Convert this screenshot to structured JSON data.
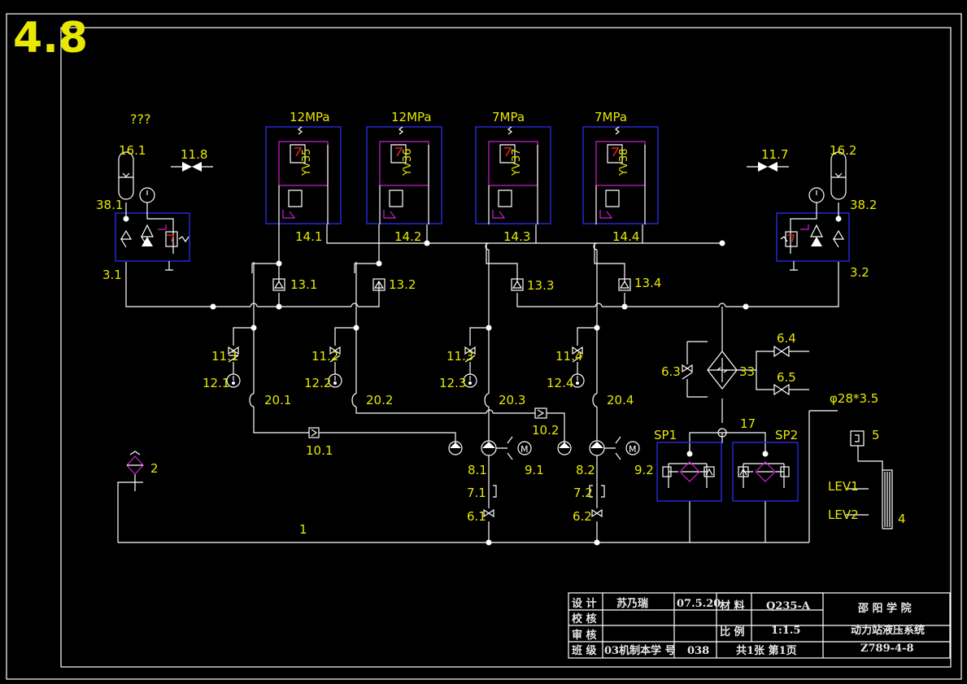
{
  "sheet": {
    "number": "4.8",
    "unknown_label": "???"
  },
  "valves": {
    "relief": [
      {
        "id": "yv35",
        "pressure": "12MPa",
        "solenoid": "YV35",
        "ref": "14.1"
      },
      {
        "id": "yv36",
        "pressure": "12MPa",
        "solenoid": "YV36",
        "ref": "14.2"
      },
      {
        "id": "yv37",
        "pressure": "7MPa",
        "solenoid": "YV37",
        "ref": "14.3"
      },
      {
        "id": "yv38",
        "pressure": "7MPa",
        "solenoid": "YV38",
        "ref": "14.4"
      }
    ],
    "check": [
      "13.1",
      "13.2",
      "13.3",
      "13.4"
    ],
    "needle": [
      "11.1",
      "11.2",
      "11.3",
      "11.4"
    ],
    "gauge": [
      "12.1",
      "12.2",
      "12.3",
      "12.4"
    ],
    "hose": [
      "20.1",
      "20.2",
      "20.3",
      "20.4"
    ],
    "check_inline": [
      "10.1",
      "10.2"
    ],
    "pump": [
      "8.1",
      "8.2"
    ],
    "motor": [
      "9.1",
      "9.2"
    ],
    "suction_filter": [
      "7.1",
      "7.2"
    ],
    "ball_valve": [
      "6.1",
      "6.2"
    ],
    "stop_valves": [
      "11.8",
      "11.7"
    ]
  },
  "accumulators": [
    {
      "id": "16.1",
      "block": "38.1",
      "port": "3.1"
    },
    {
      "id": "16.2",
      "block": "38.2",
      "port": "3.2"
    }
  ],
  "cooling": {
    "cooler": "33",
    "valve_a": "6.3",
    "valve_b": "6.4",
    "valve_c": "6.5",
    "pipe": "17"
  },
  "filters": [
    {
      "id": "SP1"
    },
    {
      "id": "SP2"
    }
  ],
  "tank": {
    "pipe": "1",
    "breather": "2",
    "level_gauge": "4",
    "thermo": "5",
    "lev1": "LEV1",
    "lev2": "LEV2",
    "pipe_spec": "φ28*3.5"
  },
  "title_block": {
    "designer_label": "设 计",
    "designer": "苏乃瑞",
    "date": "07.5.20",
    "material_label": "材 料",
    "material": "Q235-A",
    "school": "邵 阳 学 院",
    "checker_label": "校 核",
    "reviewer_label": "审 核",
    "scale_label": "比 例",
    "scale": "1:1.5",
    "title": "动力站液压系统",
    "class_label": "班 级",
    "class_value": "03机制本",
    "student_no_label": "学 号",
    "student_no": "038",
    "sheet_info": "共1张 第1页",
    "drawing_no": "Z789-4-8"
  },
  "colors": {
    "line": "#ffffff",
    "label": "#e8e800",
    "frame_blue": "#2a2ae0",
    "solenoid": "#d020d0",
    "spring": "#e02020"
  }
}
